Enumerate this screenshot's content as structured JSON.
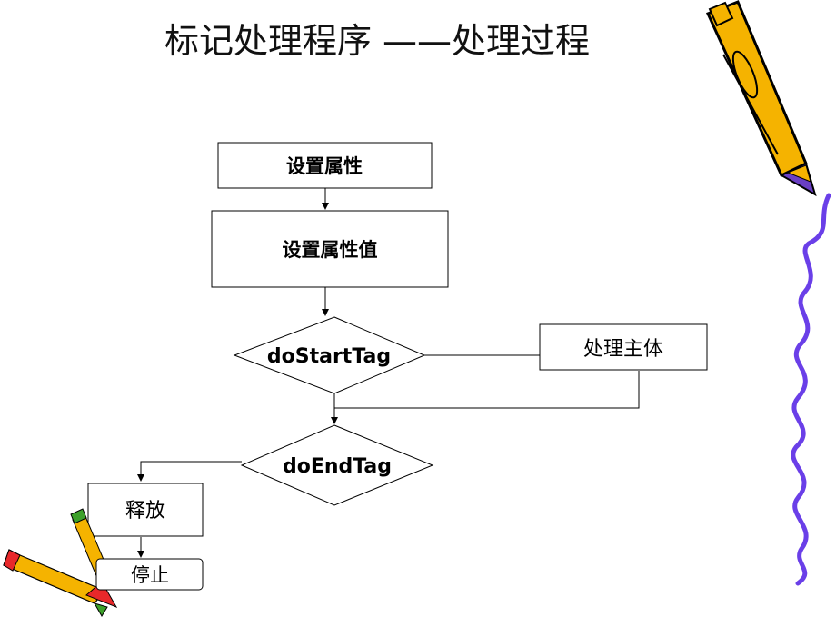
{
  "title": "标记处理程序 ——处理过程",
  "nodes": {
    "set_attribute": "设置属性",
    "set_attribute_value": "设置属性值",
    "do_start_tag": "doStartTag",
    "process_body": "处理主体",
    "do_end_tag": "doEndTag",
    "release": "释放",
    "stop": "停止"
  },
  "colors": {
    "pencil_body": "#F5B300",
    "pencil_outline": "#000000",
    "pencil_tip": "#6A3FC4",
    "squiggle": "#6A3FE8",
    "small_pencil_red": "#E8282A",
    "small_pencil_green": "#3CA02A"
  }
}
